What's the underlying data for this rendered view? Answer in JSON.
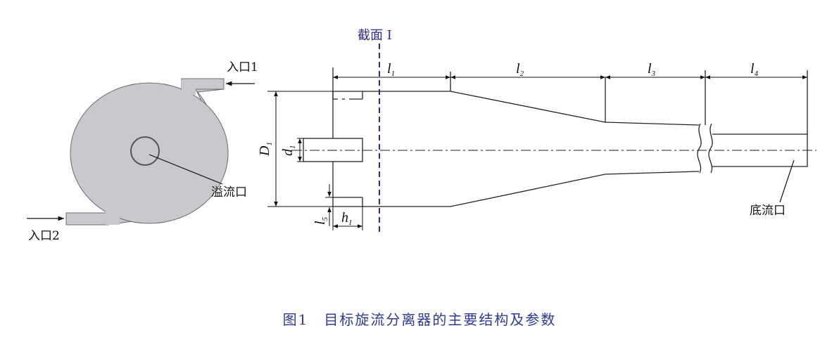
{
  "labels": {
    "inlet1": "入口1",
    "inlet2": "入口2",
    "overflow": "溢流口",
    "underflow": "底流口",
    "section": "截面 Ⅰ"
  },
  "dims": {
    "l1": {
      "main": "l",
      "sub": "1"
    },
    "l2": {
      "main": "l",
      "sub": "2"
    },
    "l3": {
      "main": "l",
      "sub": "3"
    },
    "l4": {
      "main": "l",
      "sub": "4"
    },
    "l5": {
      "main": "l",
      "sub": "5"
    },
    "D1": {
      "main": "D",
      "sub": "1"
    },
    "d1": {
      "main": "d",
      "sub": "1"
    },
    "h1": {
      "main": "h",
      "sub": "1"
    }
  },
  "caption": {
    "fig": "图1",
    "text": "目标旋流分离器的主要结构及参数"
  },
  "colors": {
    "body_fill": "#c8c9ce",
    "line": "#222222",
    "section_line": "#2e2a86",
    "caption": "#2f3a93"
  }
}
